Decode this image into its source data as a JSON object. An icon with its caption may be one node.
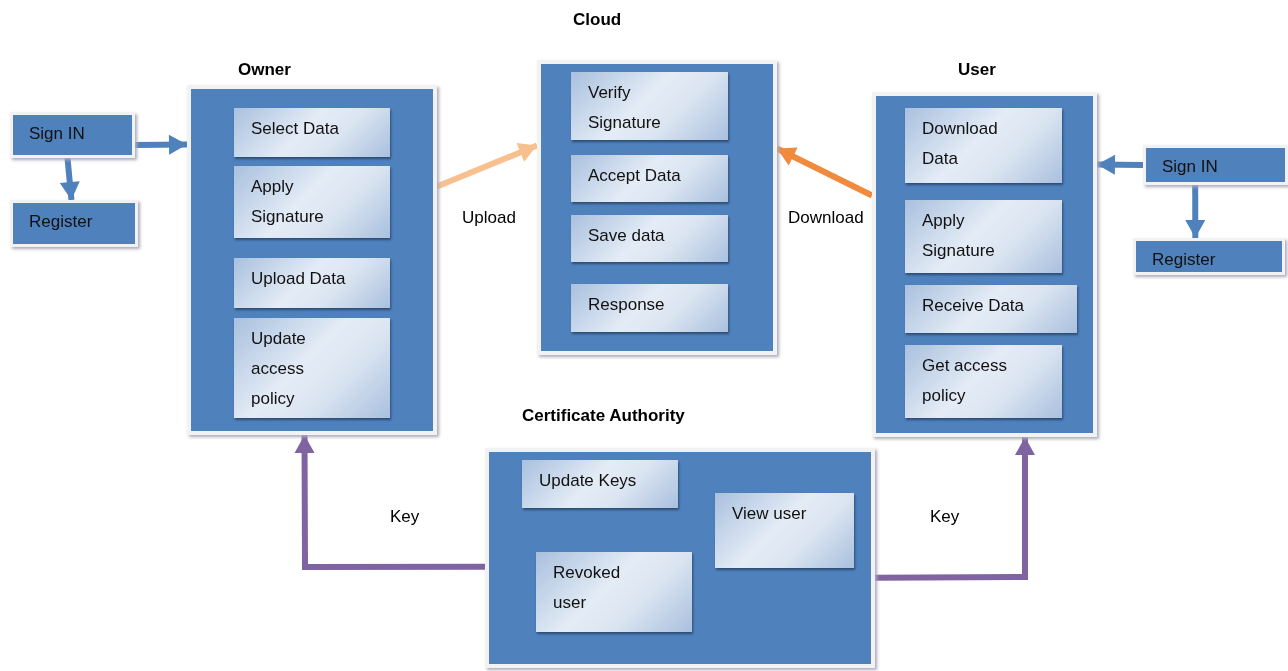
{
  "diagram": {
    "nodes": [
      {
        "text": [
          "Owner"
        ]
      },
      {
        "text": [
          "Select Data"
        ],
        "in": 0
      },
      {
        "text": [
          "Apply Signature"
        ],
        "in": 0
      },
      {
        "text": [
          "Upload Data"
        ],
        "in": 0
      },
      {
        "text": [
          "Update access policy"
        ],
        "in": 0
      },
      {
        "text": [
          "Cloud"
        ]
      },
      {
        "text": [
          "Verify Signature"
        ],
        "in": 5
      },
      {
        "text": [
          "Accept Data"
        ],
        "in": 5
      },
      {
        "text": [
          "Save data"
        ],
        "in": 5
      },
      {
        "text": [
          "Response"
        ],
        "in": 5
      },
      {
        "text": [
          "User"
        ]
      },
      {
        "text": [
          "Download Data"
        ],
        "in": 10
      },
      {
        "text": [
          "Apply Signature"
        ],
        "in": 10
      },
      {
        "text": [
          "Receive Data"
        ],
        "in": 10
      },
      {
        "text": [
          "Get access policy"
        ],
        "in": 10
      },
      {
        "text": [
          "Certificate Authority"
        ]
      },
      {
        "text": [
          "Update Keys"
        ],
        "in": 15
      },
      {
        "text": [
          "View user"
        ],
        "in": 15
      },
      {
        "text": [
          "Revoked user"
        ],
        "in": 15
      },
      {
        "text": [
          "Sign IN"
        ]
      },
      {
        "text": [
          "Register"
        ]
      },
      {
        "text": [
          "Sign IN"
        ]
      },
      {
        "text": [
          "Register"
        ]
      }
    ],
    "edges": [
      {
        "from": 19,
        "to": 0,
        "arrow": "to",
        "color": "#4f81bd"
      },
      {
        "from": 19,
        "to": 20,
        "arrow": "to",
        "color": "#4f81bd"
      },
      {
        "from": 0,
        "to": 5,
        "arrow": "to",
        "label": "Upload",
        "color": "#f9c08f"
      },
      {
        "from": 10,
        "to": 5,
        "arrow": "to",
        "label": "Download",
        "color": "#f08a3c"
      },
      {
        "from": 15,
        "to": 0,
        "arrow": "to",
        "label": "Key",
        "color": "#8064a2"
      },
      {
        "from": 15,
        "to": 10,
        "arrow": "to",
        "label": "Key",
        "color": "#8064a2"
      },
      {
        "from": 21,
        "to": 10,
        "arrow": "to",
        "color": "#4f81bd"
      },
      {
        "from": 21,
        "to": 22,
        "arrow": "to",
        "color": "#4f81bd"
      }
    ]
  }
}
